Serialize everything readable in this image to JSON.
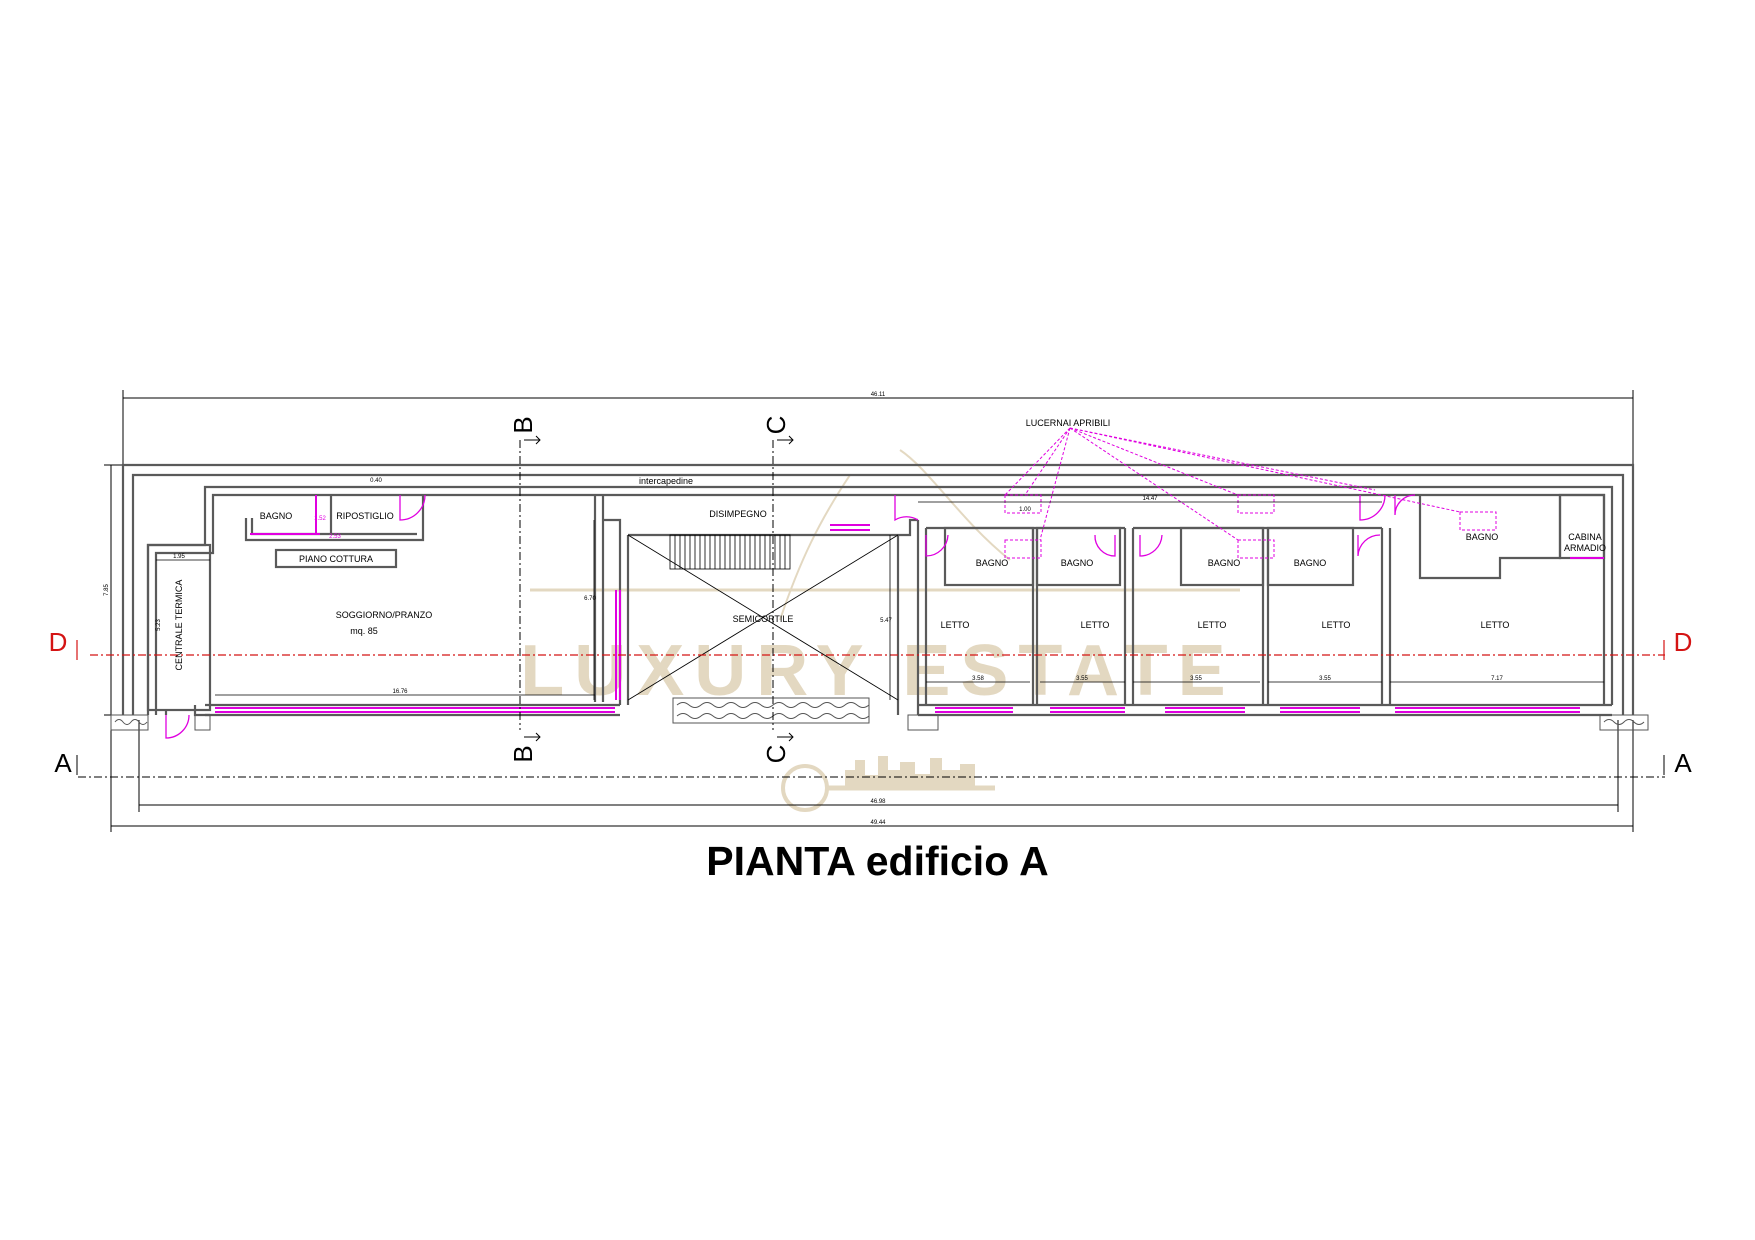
{
  "title": "PIANTA edificio A",
  "watermark": {
    "line1": "LUXURY ESTATE",
    "color": "#cdb98f"
  },
  "colors": {
    "wall": "#5a5a5a",
    "window": "#e000e0",
    "section_red": "#d41414",
    "dim": "#000000"
  },
  "annotations": {
    "intercapedine": "intercapedine",
    "lucernai": "LUCERNAI  APRIBILI"
  },
  "rooms": {
    "bagno1": "BAGNO",
    "ripostiglio": "RIPOSTIGLIO",
    "piano_cottura": "PIANO COTTURA",
    "soggiorno": "SOGGIORNO/PRANZO",
    "soggiorno_area": "mq. 85",
    "centrale": "CENTRALE TERMICA",
    "disimpegno": "DISIMPEGNO",
    "semicortile": "SEMICORTILE",
    "bagno2": "BAGNO",
    "bagno3": "BAGNO",
    "bagno4": "BAGNO",
    "bagno5": "BAGNO",
    "bagno6": "BAGNO",
    "cabina1": "CABINA",
    "cabina2": "ARMADIO",
    "letto1": "LETTO",
    "letto2": "LETTO",
    "letto3": "LETTO",
    "letto4": "LETTO",
    "letto5": "LETTO"
  },
  "sections": {
    "b_top": "B",
    "b_bottom": "B",
    "c_top": "C",
    "c_bottom": "C",
    "d_left": "D",
    "d_right": "D",
    "a_left": "A",
    "a_right": "A"
  },
  "dimensions": {
    "top_total": "46.11",
    "bottom_inner": "46.98",
    "bottom_total": "49.44",
    "left_height": "7.85",
    "intercapedine_w": "0.40",
    "soggiorno_len": "16.76",
    "centrale_w": "1.95",
    "centrale_h": "5.23",
    "bagno_small": "1.52",
    "bagno_small2": "2.53",
    "disimpegno_h": "6.70",
    "semicortile_h": "5.47",
    "lucernai_w": "1.00",
    "corridor_len": "14.47",
    "letto1_w": "3.58",
    "letto2_w": "3.55",
    "letto3_w": "3.55",
    "letto4_w": "3.55",
    "letto5_w": "7.17"
  }
}
